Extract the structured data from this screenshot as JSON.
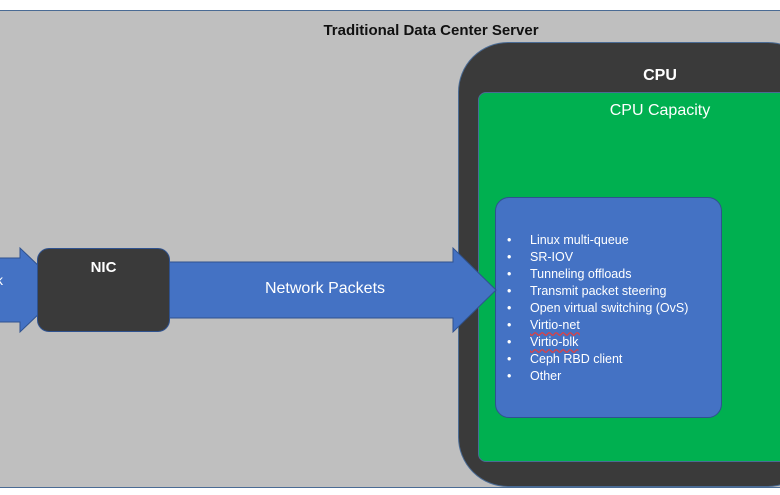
{
  "server": {
    "title": "Traditional Data Center Server"
  },
  "cpu": {
    "title": "CPU"
  },
  "capacity": {
    "title": "CPU Capacity"
  },
  "nic": {
    "label": "NIC"
  },
  "packets": {
    "label": "Network Packets"
  },
  "left_arrow": {
    "text": "k"
  },
  "features": [
    "Linux multi-queue",
    "SR-IOV",
    "Tunneling offloads",
    "Transmit packet steering",
    "Open virtual switching (OvS)",
    "Virtio-net",
    "Virtio-blk",
    "Ceph RBD client",
    "Other"
  ],
  "colors": {
    "server_bg": "#bfbfbf",
    "cpu_bg": "#3a3a3a",
    "capacity_bg": "#00b050",
    "feature_box_bg": "#4472c4",
    "arrow": "#4472c4",
    "nic_bg": "#3a3a3a"
  }
}
